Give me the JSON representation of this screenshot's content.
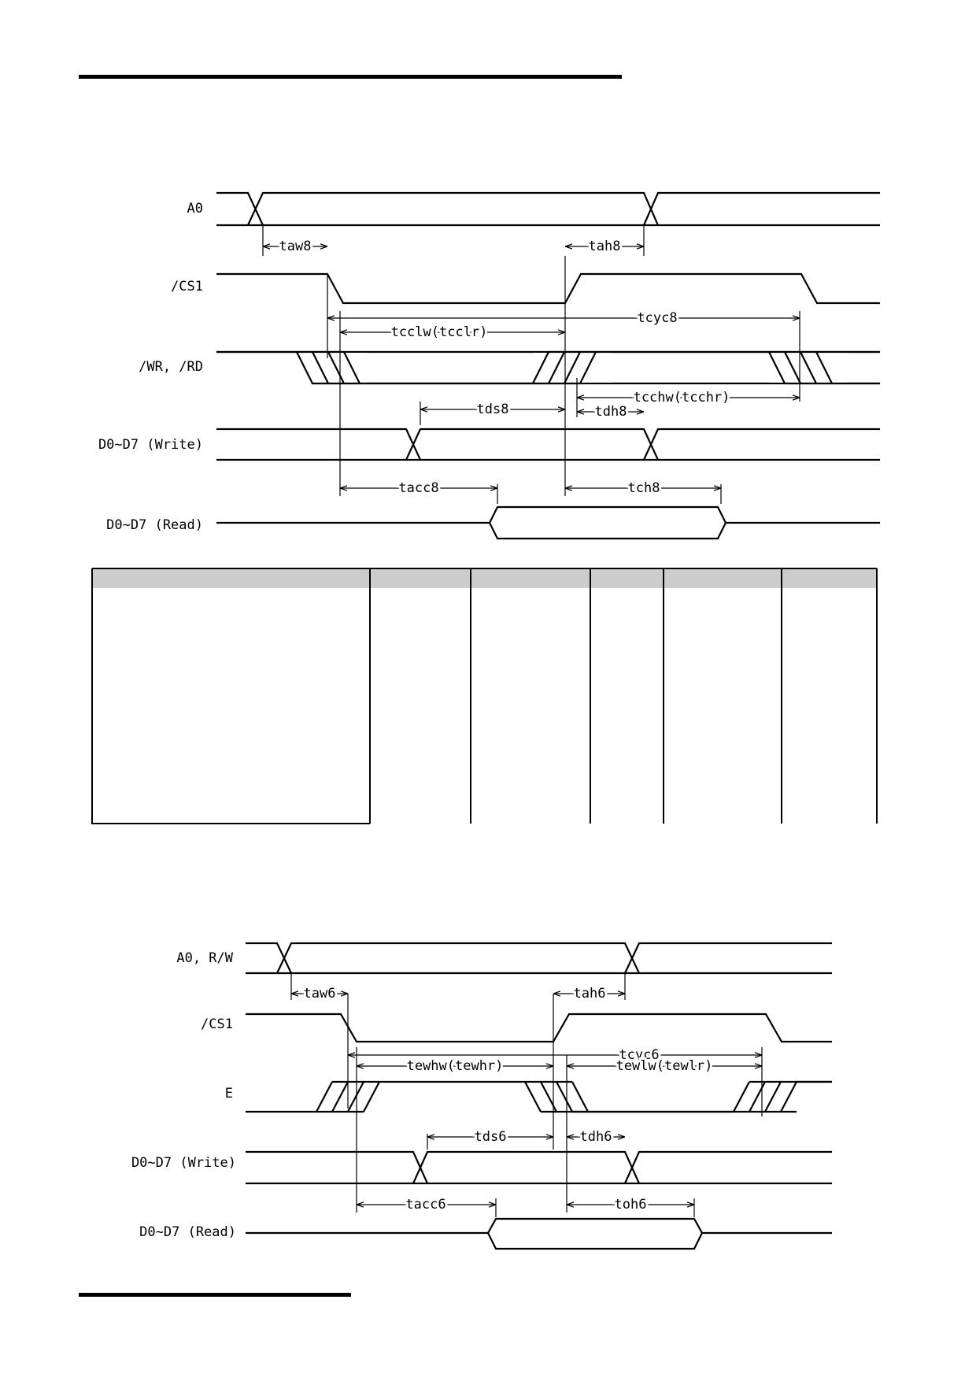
{
  "diagram_8080": {
    "signals": [
      "A0",
      "/CS1",
      "/WR, /RD",
      "D0~D7 (Write)",
      "D0~D7 (Read)"
    ],
    "timings": [
      "taw8",
      "tah8",
      "tcyc8",
      "tcclw(tcclr)",
      "tcchw(tcchr)",
      "tds8",
      "tdh8",
      "tacc8",
      "tch8"
    ]
  },
  "diagram_6800": {
    "signals": [
      "A0, R/W",
      "/CS1",
      "E",
      "D0~D7 (Write)",
      "D0~D7 (Read)"
    ],
    "timings": [
      "taw6",
      "tah6",
      "tcyc6",
      "tewhw(tewhr)",
      "tewlw(tewlr)",
      "tds6",
      "tdh6",
      "tacc6",
      "toh6"
    ]
  }
}
